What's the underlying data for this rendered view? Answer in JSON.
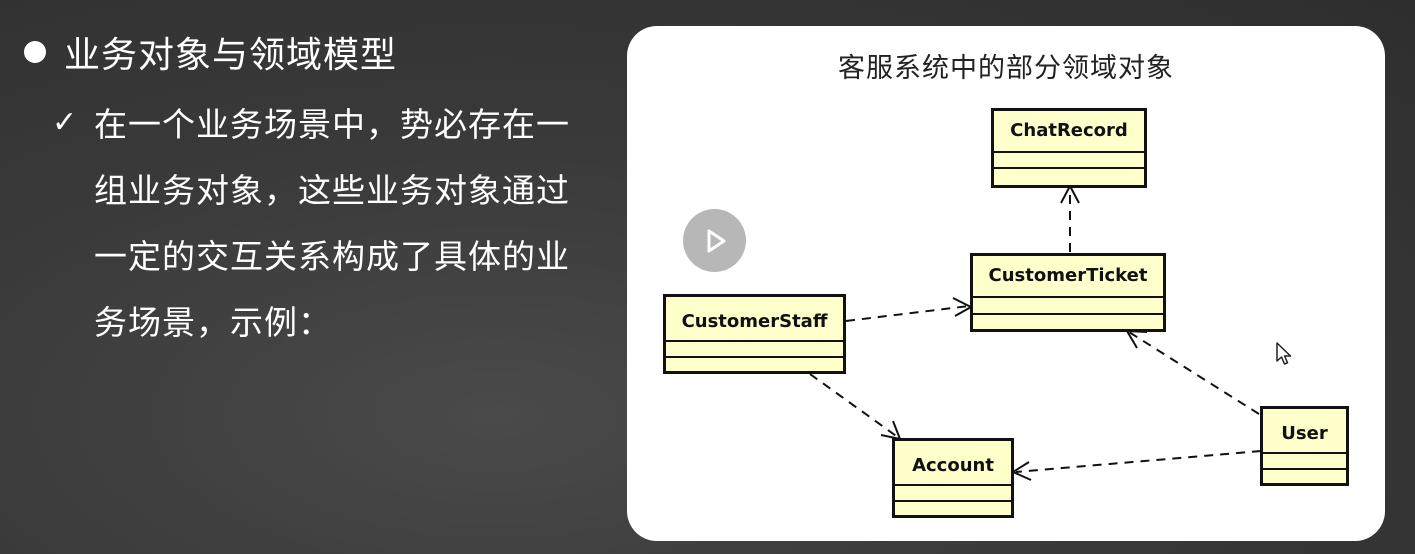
{
  "slide": {
    "heading": "业务对象与领域模型",
    "sub_item_text": "在一个业务场景中，势必存在一组业务对象，这些业务对象通过一定的交互关系构成了具体的业务场景，示例：",
    "check_glyph": "✓"
  },
  "diagram": {
    "title": "客服系统中的部分领域对象",
    "classes": {
      "chat_record": "ChatRecord",
      "customer_ticket": "CustomerTicket",
      "customer_staff": "CustomerStaff",
      "account": "Account",
      "user": "User"
    },
    "dependencies": [
      {
        "from": "CustomerTicket",
        "to": "ChatRecord"
      },
      {
        "from": "CustomerStaff",
        "to": "CustomerTicket"
      },
      {
        "from": "CustomerStaff",
        "to": "Account"
      },
      {
        "from": "User",
        "to": "CustomerTicket"
      },
      {
        "from": "User",
        "to": "Account"
      }
    ],
    "class_fill": "#ffffcc"
  },
  "overlay": {
    "play_icon": "play-icon",
    "cursor_icon": "mouse-pointer-icon"
  }
}
